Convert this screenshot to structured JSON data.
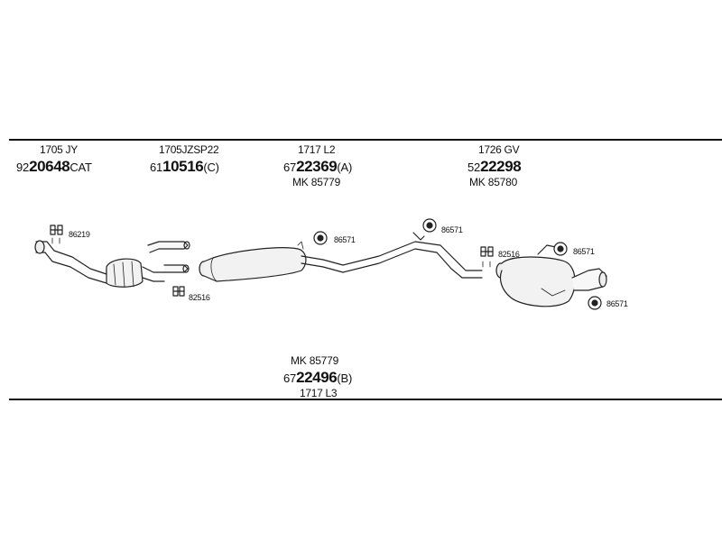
{
  "header_parts": [
    {
      "code": "1705 JY",
      "pn_prefix": "92",
      "pn_bold": "20648",
      "pn_suffix": "CAT"
    },
    {
      "code": "1705JZSP22",
      "pn_prefix": "61",
      "pn_bold": "10516",
      "pn_suffix": "(C)"
    },
    {
      "code": "1717 L2",
      "pn_prefix": "67",
      "pn_bold": "22369",
      "pn_suffix": "(A)",
      "mk": "MK 85779"
    },
    {
      "code": "1726 GV",
      "pn_prefix": "52",
      "pn_bold": "22298",
      "pn_suffix": "",
      "mk": "MK 85780"
    }
  ],
  "bottom_part": {
    "mk": "MK 85779",
    "pn_prefix": "67",
    "pn_bold": "22496",
    "pn_suffix": "(B)",
    "code": "1717 L3"
  },
  "clamps": {
    "c86219": "86219",
    "c82516a": "82516",
    "c86571a": "86571",
    "c86571b": "86571",
    "c82516b": "82516",
    "c86571c": "86571",
    "c86571d": "86571"
  }
}
